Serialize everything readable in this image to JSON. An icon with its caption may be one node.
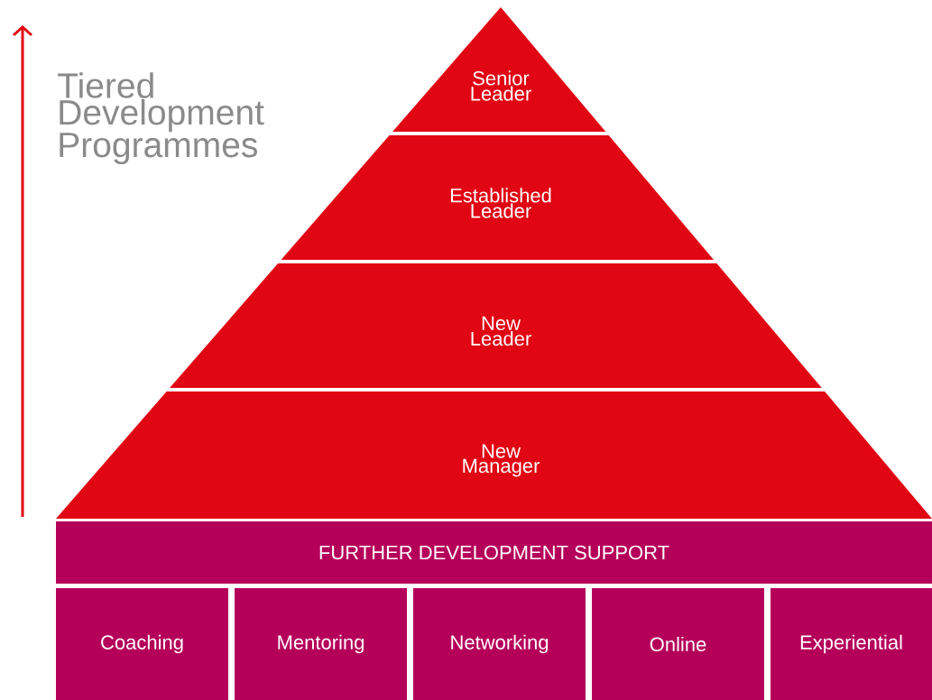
{
  "diagram": {
    "title": "Tiered Development Programmes",
    "nodes": [
      {
        "text": [
          "Senior Leader"
        ]
      },
      {
        "text": [
          "Established Leader"
        ]
      },
      {
        "text": [
          "New Leader"
        ]
      },
      {
        "text": [
          "New Manager"
        ]
      },
      {
        "text": [
          "FURTHER DEVELOPMENT SUPPORT"
        ]
      },
      {
        "text": [
          "Coaching"
        ]
      },
      {
        "text": [
          "Mentoring"
        ]
      },
      {
        "text": [
          "Networking"
        ]
      },
      {
        "text": [
          "Online"
        ]
      },
      {
        "text": [
          "Experiential"
        ]
      }
    ]
  }
}
